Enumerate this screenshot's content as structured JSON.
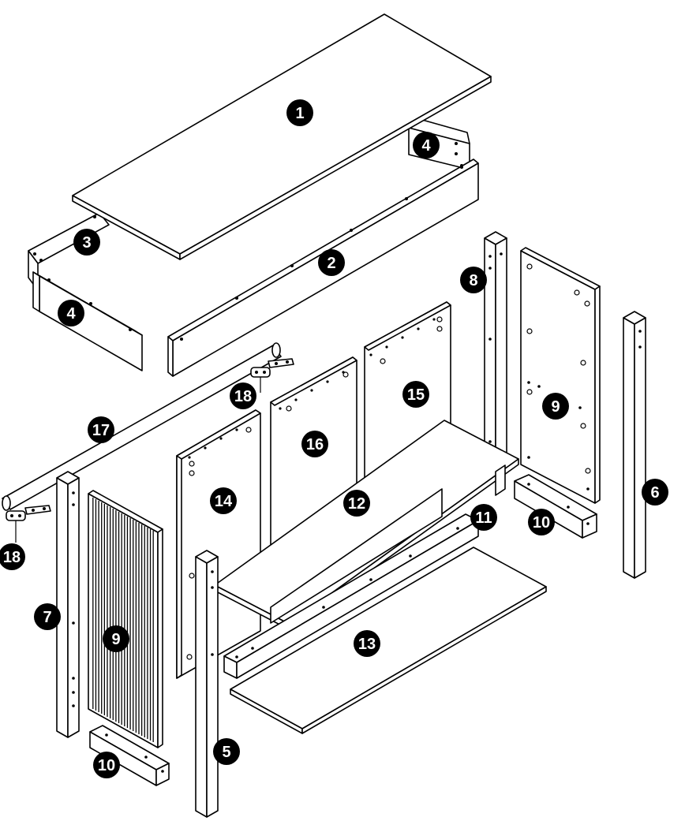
{
  "labels": [
    {
      "id": "part-1",
      "text": "1"
    },
    {
      "id": "part-2",
      "text": "2"
    },
    {
      "id": "part-3",
      "text": "3"
    },
    {
      "id": "part-4-right",
      "text": "4"
    },
    {
      "id": "part-4-left",
      "text": "4"
    },
    {
      "id": "part-5",
      "text": "5"
    },
    {
      "id": "part-6",
      "text": "6"
    },
    {
      "id": "part-7",
      "text": "7"
    },
    {
      "id": "part-8",
      "text": "8"
    },
    {
      "id": "part-9-back",
      "text": "9"
    },
    {
      "id": "part-9-front",
      "text": "9"
    },
    {
      "id": "part-10-right",
      "text": "10"
    },
    {
      "id": "part-10-left",
      "text": "10"
    },
    {
      "id": "part-11",
      "text": "11"
    },
    {
      "id": "part-12",
      "text": "12"
    },
    {
      "id": "part-13",
      "text": "13"
    },
    {
      "id": "part-14",
      "text": "14"
    },
    {
      "id": "part-15",
      "text": "15"
    },
    {
      "id": "part-16",
      "text": "16"
    },
    {
      "id": "part-17",
      "text": "17"
    },
    {
      "id": "part-18-right",
      "text": "18"
    },
    {
      "id": "part-18-left",
      "text": "18"
    }
  ],
  "colors": {
    "line": "#000000",
    "fill": "#ffffff",
    "badge": "#000000",
    "badge_text": "#ffffff"
  }
}
